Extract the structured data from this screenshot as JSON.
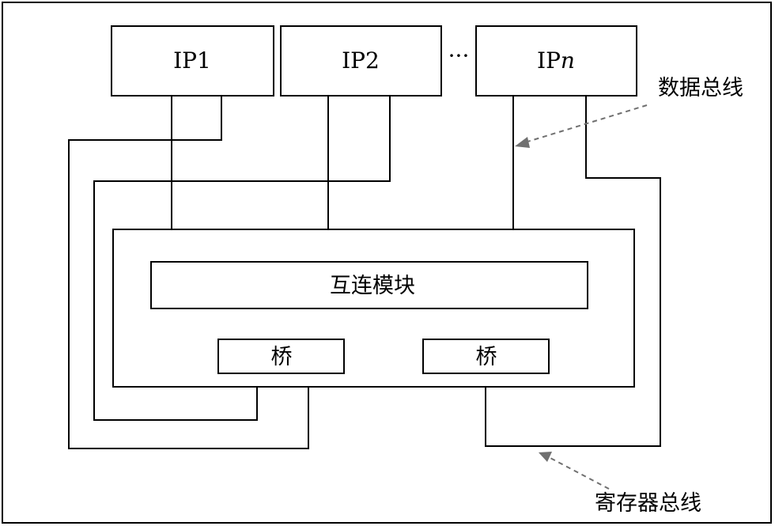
{
  "ip_blocks": [
    {
      "prefix": "IP",
      "suffix": "1"
    },
    {
      "prefix": "IP",
      "suffix": "2"
    },
    {
      "prefix": "IP",
      "suffix": "n"
    }
  ],
  "ellipsis": "···",
  "interconnect_label": "互连模块",
  "bridge_labels": [
    "桥",
    "桥"
  ],
  "data_bus_label": "数据总线",
  "register_bus_label": "寄存器总线",
  "colors": {
    "line": "#000000",
    "pointer": "#707070",
    "background": "#ffffff"
  }
}
